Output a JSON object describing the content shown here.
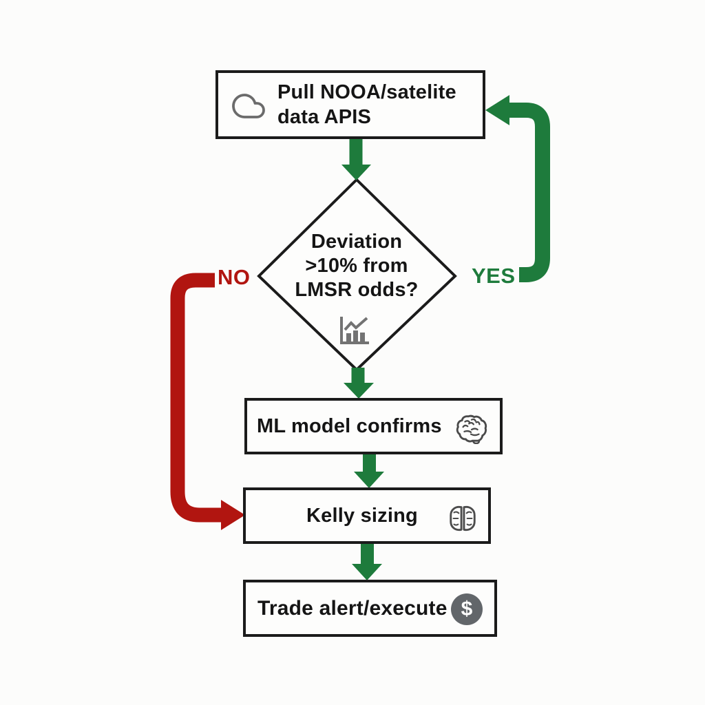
{
  "flowchart": {
    "colors": {
      "yes_green": "#1e7b3c",
      "no_red": "#b11510",
      "box_border": "#1b1b1b",
      "icon_gray": "#6b6b6b",
      "dollar_badge_gray": "#62666a"
    },
    "nodes": {
      "pull_data": {
        "shape": "rect",
        "line1": "Pull NOOA/satelite",
        "line2": "data APIS",
        "icon": "cloud-icon"
      },
      "decision": {
        "shape": "diamond",
        "line1": "Deviation",
        "line2": ">10% from",
        "line3": "LMSR odds?",
        "icon": "chart-icon"
      },
      "ml_confirm": {
        "shape": "rect",
        "label": "ML model confirms",
        "icon": "brain-side-icon"
      },
      "kelly_sizing": {
        "shape": "rect",
        "label": "Kelly sizing",
        "icon": "brain-top-icon"
      },
      "trade": {
        "shape": "rect",
        "label": "Trade alert/execute",
        "icon": "dollar-icon",
        "icon_glyph": "$"
      }
    },
    "edges": {
      "yes_label": "YES",
      "no_label": "NO",
      "flow": [
        "pull_data -> decision",
        "decision -> ml_confirm",
        "ml_confirm -> kelly_sizing",
        "kelly_sizing -> trade"
      ],
      "yes_path": "decision -> pull_data",
      "no_path": "decision -> kelly_sizing"
    }
  }
}
